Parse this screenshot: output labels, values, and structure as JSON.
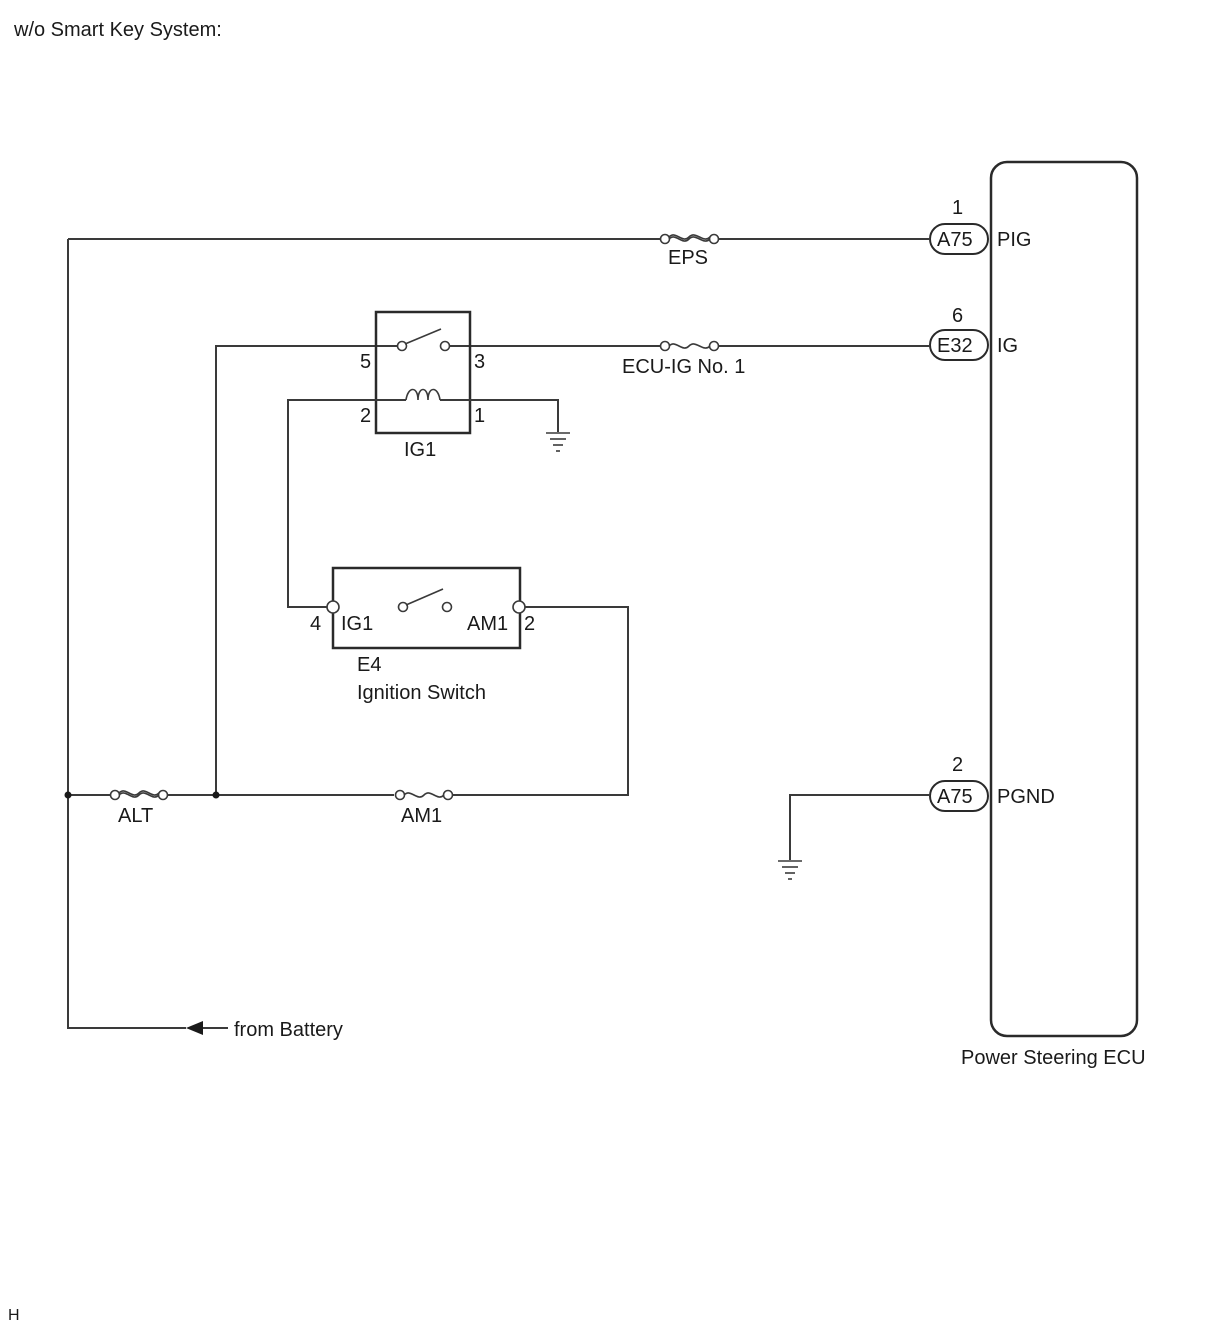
{
  "header": {
    "title": "w/o Smart Key System:"
  },
  "footer": {
    "mark": "H"
  },
  "ecu": {
    "name": "Power Steering ECU",
    "pins": [
      {
        "connector": "A75",
        "pin": "1",
        "name": "PIG"
      },
      {
        "connector": "E32",
        "pin": "6",
        "name": "IG"
      },
      {
        "connector": "A75",
        "pin": "2",
        "name": "PGND"
      }
    ]
  },
  "fuses": {
    "eps": "EPS",
    "ecu_ig": "ECU-IG No. 1",
    "alt": "ALT",
    "am1": "AM1"
  },
  "relay": {
    "name": "IG1",
    "pin_5": "5",
    "pin_3": "3",
    "pin_2": "2",
    "pin_1": "1"
  },
  "ignition_switch": {
    "code": "E4",
    "name": "Ignition Switch",
    "pin_left": "4",
    "pin_right": "2",
    "label_left": "IG1",
    "label_right": "AM1"
  },
  "battery": {
    "label": "from Battery"
  }
}
